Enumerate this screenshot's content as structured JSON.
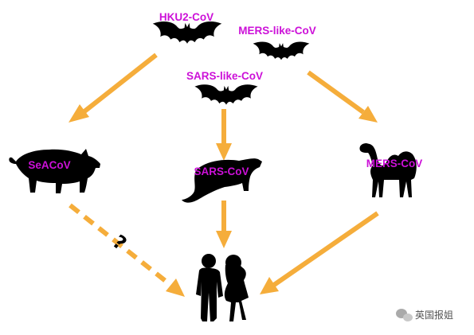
{
  "colors": {
    "virus_label": "#cc10d8",
    "arrow": "#f5ad3b",
    "silhouette": "#000000",
    "background": "#ffffff",
    "watermark": "#555555"
  },
  "virus_labels": {
    "hku2": "HKU2-CoV",
    "mers_like": "MERS-like-CoV",
    "sars_like": "SARS-like-CoV",
    "seacov": "SeACoV",
    "sars": "SARS-CoV",
    "mers": "MERS-CoV"
  },
  "question_mark": "?",
  "watermark": "英国报姐",
  "icons": {
    "bats": "bat-icon",
    "pig": "pig-icon",
    "civet": "civet-icon",
    "camel": "camel-icon",
    "humans": "human-couple-icon",
    "watermark_logo": "wechat-icon"
  }
}
